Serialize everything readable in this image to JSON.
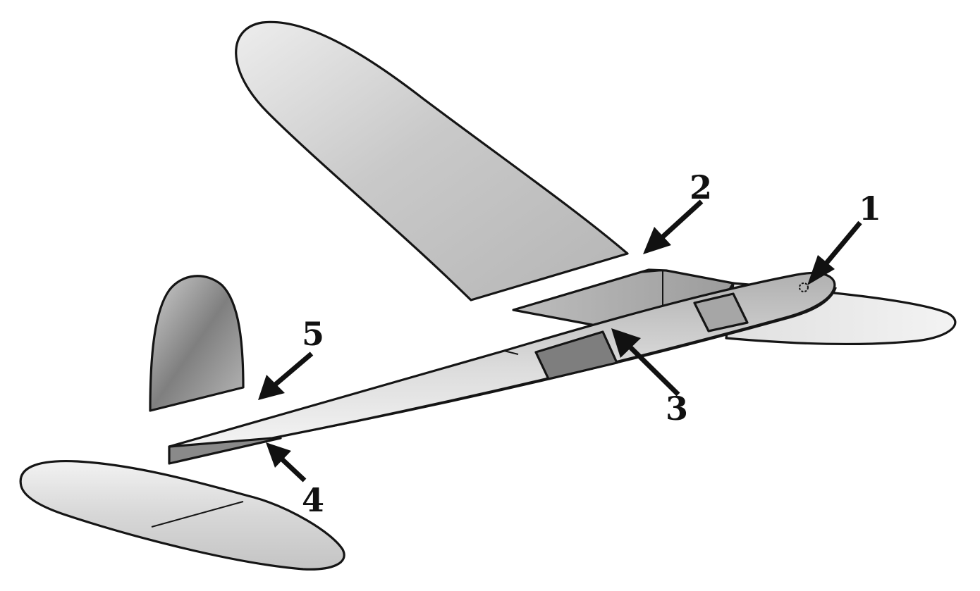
{
  "figure": {
    "colors": {
      "background": "#ffffff",
      "ink": "#111111",
      "shade_light": "#e9e9e9",
      "shade_mid": "#c9c9c9",
      "shade_dark": "#8e8e8e"
    },
    "callouts": [
      {
        "id": "1",
        "label": "1"
      },
      {
        "id": "2",
        "label": "2"
      },
      {
        "id": "3",
        "label": "3"
      },
      {
        "id": "4",
        "label": "4"
      },
      {
        "id": "5",
        "label": "5"
      }
    ]
  }
}
